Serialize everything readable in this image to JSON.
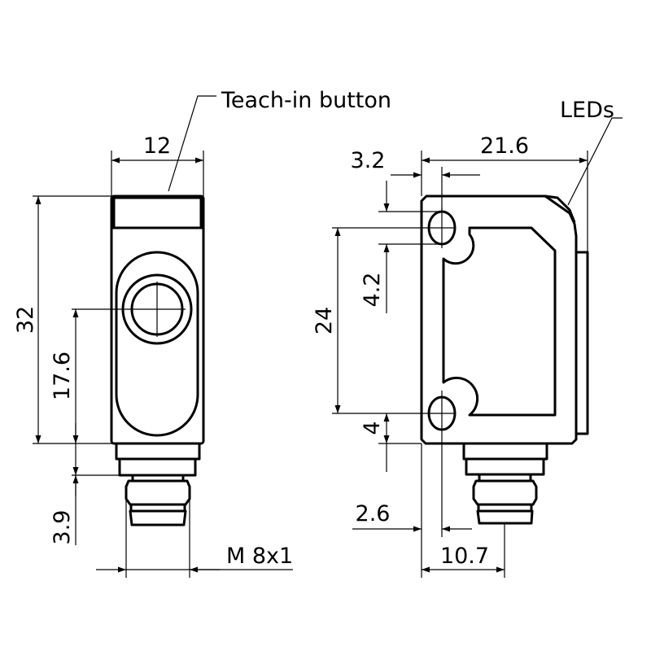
{
  "labels": {
    "teach_in": "Teach-in button",
    "leds": "LEDs",
    "thread": "M 8x1"
  },
  "dimensions": {
    "width_front": "12",
    "height_total": "32",
    "optical_axis_height": "17.6",
    "connector_height": "3.9",
    "depth_total": "21.6",
    "hole_offset_x": "3.2",
    "hole_height": "4.2",
    "hole_spacing": "24",
    "hole_offset_bottom": "4",
    "hole_center_x": "2.6",
    "connector_offset": "10.7"
  }
}
